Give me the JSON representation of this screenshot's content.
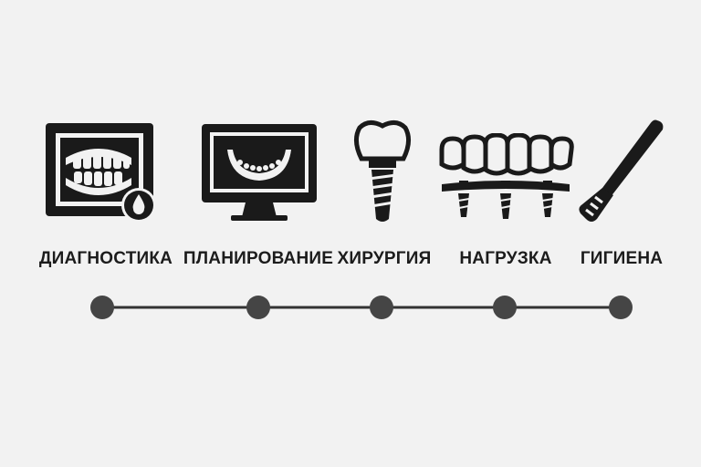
{
  "colors": {
    "background": "#f2f2f2",
    "icon": "#1a1a1a",
    "dot": "#454545",
    "line": "#333333"
  },
  "steps": [
    {
      "label": "ДИАГНОСТИКА",
      "icon": "xray-jaw-drop-icon"
    },
    {
      "label": "ПЛАНИРОВАНИЕ",
      "icon": "monitor-jaw-scan-icon"
    },
    {
      "label": "ХИРУРГИЯ",
      "icon": "dental-implant-icon"
    },
    {
      "label": "НАГРУЗКА",
      "icon": "implant-denture-icon"
    },
    {
      "label": "ГИГИЕНА",
      "icon": "toothbrush-icon"
    }
  ]
}
